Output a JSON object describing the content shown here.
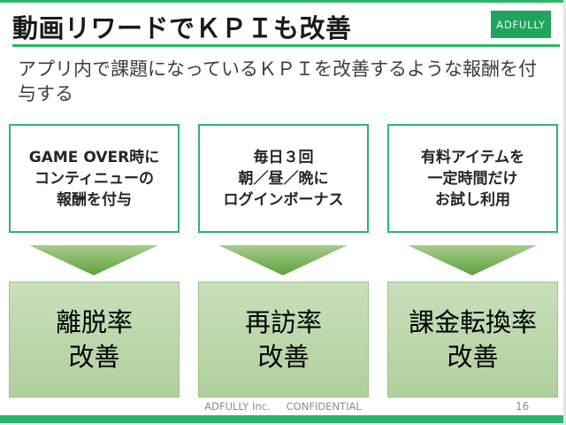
{
  "slide": {
    "title": "動画リワードでＫＰＩも改善",
    "logo_text": "ADFULLY",
    "subtitle": "アプリ内で課題になっているＫＰＩを改善するような報酬を付与する",
    "columns": [
      {
        "cause_lines": [
          "GAME OVER時に",
          "コンティニューの",
          "報酬を付与"
        ],
        "effect_lines": [
          "離脱率",
          "改善"
        ]
      },
      {
        "cause_lines": [
          "毎日３回",
          "朝／昼／晩に",
          "ログインボーナス"
        ],
        "effect_lines": [
          "再訪率",
          "改善"
        ]
      },
      {
        "cause_lines": [
          "有料アイテムを",
          "一定時間だけ",
          "お試し利用"
        ],
        "effect_lines": [
          "課金転換率",
          "改善"
        ]
      }
    ],
    "footer": {
      "company": "ADFULLY Inc.",
      "confidential": "CONFIDENTIAL",
      "page_number": "16"
    }
  },
  "colors": {
    "accent_green": "#29b766",
    "logo_green": "#21a45d",
    "box_border_green": "#2eb56d",
    "arrow_green_top": "#a6cc8b",
    "arrow_green_bottom": "#5da23c",
    "effect_fill_top": "#cadfbc",
    "effect_fill_bottom": "#afd09c",
    "effect_border": "#9ac584",
    "footer_gray": "#8c8c8c"
  }
}
